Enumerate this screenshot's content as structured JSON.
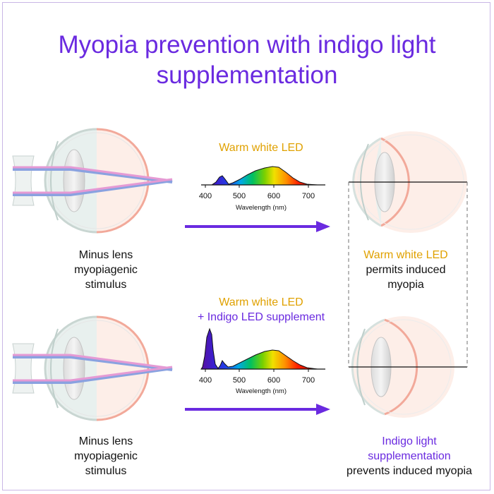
{
  "title": "Myopia prevention with indigo light supplementation",
  "colors": {
    "indigo": "#6a2ae0",
    "warm": "#e0a100",
    "ray_pink": "#e59ad4",
    "ray_blue": "#8aa2e0"
  },
  "top_row": {
    "left_caption": [
      "Minus lens",
      "myopiagenic",
      "stimulus"
    ],
    "spectrum_title": "Warm white LED",
    "result_highlight": "Warm white LED",
    "result_text": [
      "permits induced",
      "myopia"
    ]
  },
  "bottom_row": {
    "left_caption": [
      "Minus lens",
      "myopiagenic",
      "stimulus"
    ],
    "spectrum_title_line1": "Warm white LED",
    "spectrum_title_line2": "+ Indigo LED supplement",
    "result_highlight": [
      "Indigo light",
      "supplementation"
    ],
    "result_text": "prevents induced myopia"
  },
  "spectrum_axis": {
    "ticks": [
      "400",
      "500",
      "600",
      "700"
    ],
    "xlabel": "Wavelength (nm)"
  }
}
